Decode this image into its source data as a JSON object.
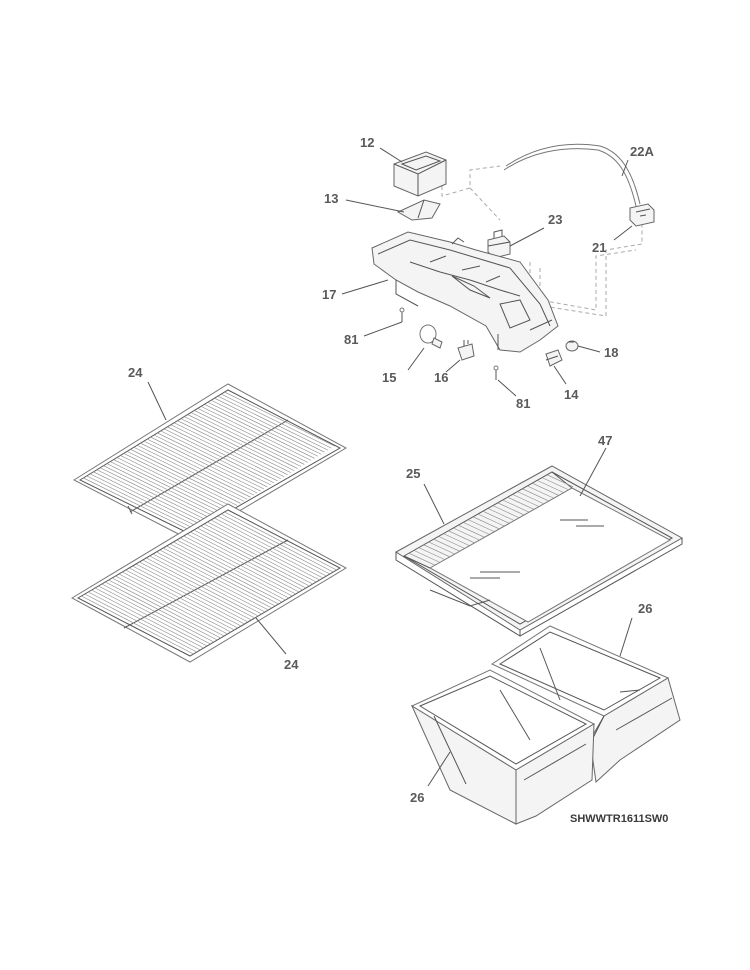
{
  "diagram": {
    "drawing_code": "SHWWTR1611SW0",
    "callouts": [
      {
        "id": "c12",
        "text": "12"
      },
      {
        "id": "c22a",
        "text": "22A"
      },
      {
        "id": "c13",
        "text": "13"
      },
      {
        "id": "c23",
        "text": "23"
      },
      {
        "id": "c21",
        "text": "21"
      },
      {
        "id": "c17",
        "text": "17"
      },
      {
        "id": "c81a",
        "text": "81"
      },
      {
        "id": "c18",
        "text": "18"
      },
      {
        "id": "c15",
        "text": "15"
      },
      {
        "id": "c16",
        "text": "16"
      },
      {
        "id": "c14",
        "text": "14"
      },
      {
        "id": "c81b",
        "text": "81"
      },
      {
        "id": "c24a",
        "text": "24"
      },
      {
        "id": "c47",
        "text": "47"
      },
      {
        "id": "c25",
        "text": "25"
      },
      {
        "id": "c26a",
        "text": "26"
      },
      {
        "id": "c24b",
        "text": "24"
      },
      {
        "id": "c26b",
        "text": "26"
      }
    ]
  }
}
